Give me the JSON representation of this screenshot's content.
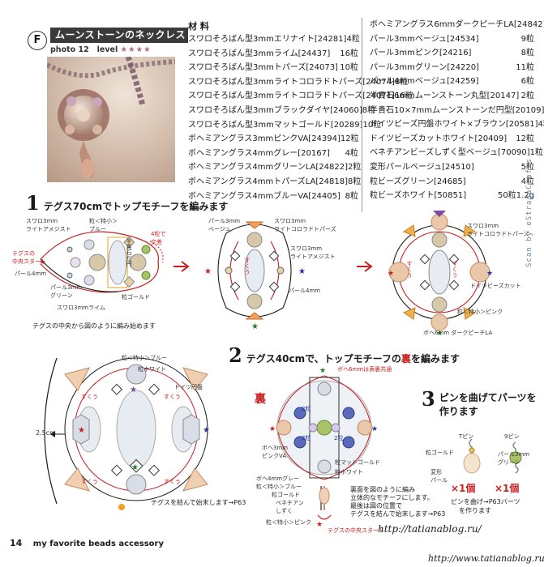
{
  "header": {
    "letter": "F",
    "title": "ムーンストーンのネックレス",
    "photo_label": "photo 12",
    "level_label": "level",
    "level_stars": "★★★★"
  },
  "materials": {
    "title": "材 料",
    "left": [
      {
        "name": "スワロそろばん型3mmエリナイト[24281]",
        "qty": "4粒"
      },
      {
        "name": "スワロそろばん型3mmライム[24437]",
        "qty": "16粒"
      },
      {
        "name": "スワロそろばん型3mmトパーズ[24073]",
        "qty": "10粒"
      },
      {
        "name": "スワロそろばん型3mmライトコロラドトパーズ[24074]",
        "qty": "8粒"
      },
      {
        "name": "スワロそろばん型3mmライトコロラドトパーズ[24071]",
        "qty": "16粒"
      },
      {
        "name": "スワロそろばん型3mmブラックダイヤ[24060]",
        "qty": "8粒"
      },
      {
        "name": "スワロそろばん型3mmマットゴールド[20289]",
        "qty": "10粒"
      },
      {
        "name": "ボヘミアングラス3mmピンクVA[24394]",
        "qty": "12粒"
      },
      {
        "name": "ボヘミアングラス4mmグレー[20167]",
        "qty": "4粒"
      },
      {
        "name": "ボヘミアングラス4mmグリーンLA[24822]",
        "qty": "2粒"
      },
      {
        "name": "ボヘミアングラス4mmトパーズLA[24818]",
        "qty": "8粒"
      },
      {
        "name": "ボヘミアングラス4mmブルーVA[24405]",
        "qty": "8粒"
      }
    ],
    "right": [
      {
        "name": "ボヘミアングラス6mmダークピーチLA[24842]",
        "qty": "8粒"
      },
      {
        "name": "パール3mmベージュ[24534]",
        "qty": "9粒"
      },
      {
        "name": "パール3mmピンク[24216]",
        "qty": "8粒"
      },
      {
        "name": "パール3mmグリーン[24220]",
        "qty": "11粒"
      },
      {
        "name": "パール4mmベージュ[24259]",
        "qty": "6粒"
      },
      {
        "name": "半貴石6mmムーンストーン丸型[20147]",
        "qty": "2粒"
      },
      {
        "name": "半貴石10×7mmムーンストーンだ円型[20109]",
        "qty": "1粒"
      },
      {
        "name": "ドイツビーズ円盤ホワイト×ブラウン[20581]",
        "qty": "4粒"
      },
      {
        "name": "ドイツビーズカットホワイト[20409]",
        "qty": "12粒"
      },
      {
        "name": "ベネチアンビーズしずく型ベージュ[70090]",
        "qty": "1粒"
      },
      {
        "name": "変形パールベージュ[24510]",
        "qty": "5粒"
      },
      {
        "name": "粒ビーズグリーン[24685]",
        "qty": "4粒"
      },
      {
        "name": "粒ビーズホワイト[50851]",
        "qty": "50粒1.2g"
      }
    ]
  },
  "step1": {
    "num": "1",
    "title": "テグス70cmでトップモチーフを編みます",
    "note": "テグスの中央から図のように編み始めます",
    "labels": {
      "a": "スワロ3mm",
      "a2": "ライトアメジスト",
      "b": "粒＜特小＞",
      "b2": "ブルー",
      "c": "4粒で",
      "c2": "交差",
      "d": "テグスの",
      "d2": "中央スタート",
      "e": "半貴石だ円",
      "f": "パール4mm",
      "g": "パール3mm",
      "g2": "グリーン",
      "h": "粒ゴールド",
      "i": "スワロ3mmライム",
      "j": "パール3mm",
      "j2": "ベージュ",
      "k": "スワロ3mm",
      "k2": "ライトコロラドトパーズ",
      "l": "スワロ3mm",
      "l2": "ライトアメジスト",
      "m": "パール4mm",
      "n": "スワロ3mm",
      "n2": "ライトコロラドトパーズ",
      "o": "ドイツビーズカット",
      "p": "粒＜特小＞ピンク",
      "q": "ボヘ6mm ダークピーチLA",
      "s": "すくう",
      "s2": "すくう",
      "s3": "すくう"
    }
  },
  "step2": {
    "num": "2",
    "title_a": "テグス40cmで、トップモチーフの",
    "title_em": "裏",
    "title_b": "を編みます",
    "labels": {
      "a": "粒＜特小＞ブルー",
      "b": "粒ホワイト",
      "c": "ドイツ円盤",
      "d": "2.5cm",
      "e": "テグスを結んで始末します→P63",
      "f": "ボヘ6mmは表裏共通",
      "g": "裏",
      "h": "2粒",
      "i": "2粒",
      "j": "2粒",
      "k": "ボヘ3mm",
      "k2": "ピンクVA",
      "l": "粒マットゴールド",
      "m": "粒ホワイト",
      "n": "ボヘ4mmグレー",
      "n2": "粒＜特小＞ブルー",
      "o": "粒ゴールド",
      "p": "ベネチアン",
      "p2": "しずく",
      "q": "粒＜特小＞ピンク",
      "r": "テグスの中央スタート",
      "s": "すくう",
      "t": "すくう",
      "u": "すくう",
      "v": "すくう"
    },
    "note": [
      "裏面を図のように編み",
      "立体的なモチーフにします。",
      "最後は図の位置で",
      "テグスを結んで始末します→P63"
    ]
  },
  "step3": {
    "num": "3",
    "title_line1": "ピンを曲げてパーツを",
    "title_line2": "作ります",
    "t_pin": "Tピン",
    "nine_pin": "9ピン",
    "gold": "粒ゴールド",
    "deform": "変形",
    "deform2": "パール",
    "pearl": "パール3mm",
    "pearl2": "グリーン",
    "count1": "×1個",
    "count2": "×1個",
    "note1": "ピンを曲げ→P63パーツ",
    "note2": "を作ります"
  },
  "footer": {
    "page": "14",
    "series": "my favorite beads accessory",
    "url_mid": "http://tatianablog.ru/",
    "url_bottom": "http://www.tatianablog.ru"
  },
  "watermark": "Scan by eStradaCrafts"
}
